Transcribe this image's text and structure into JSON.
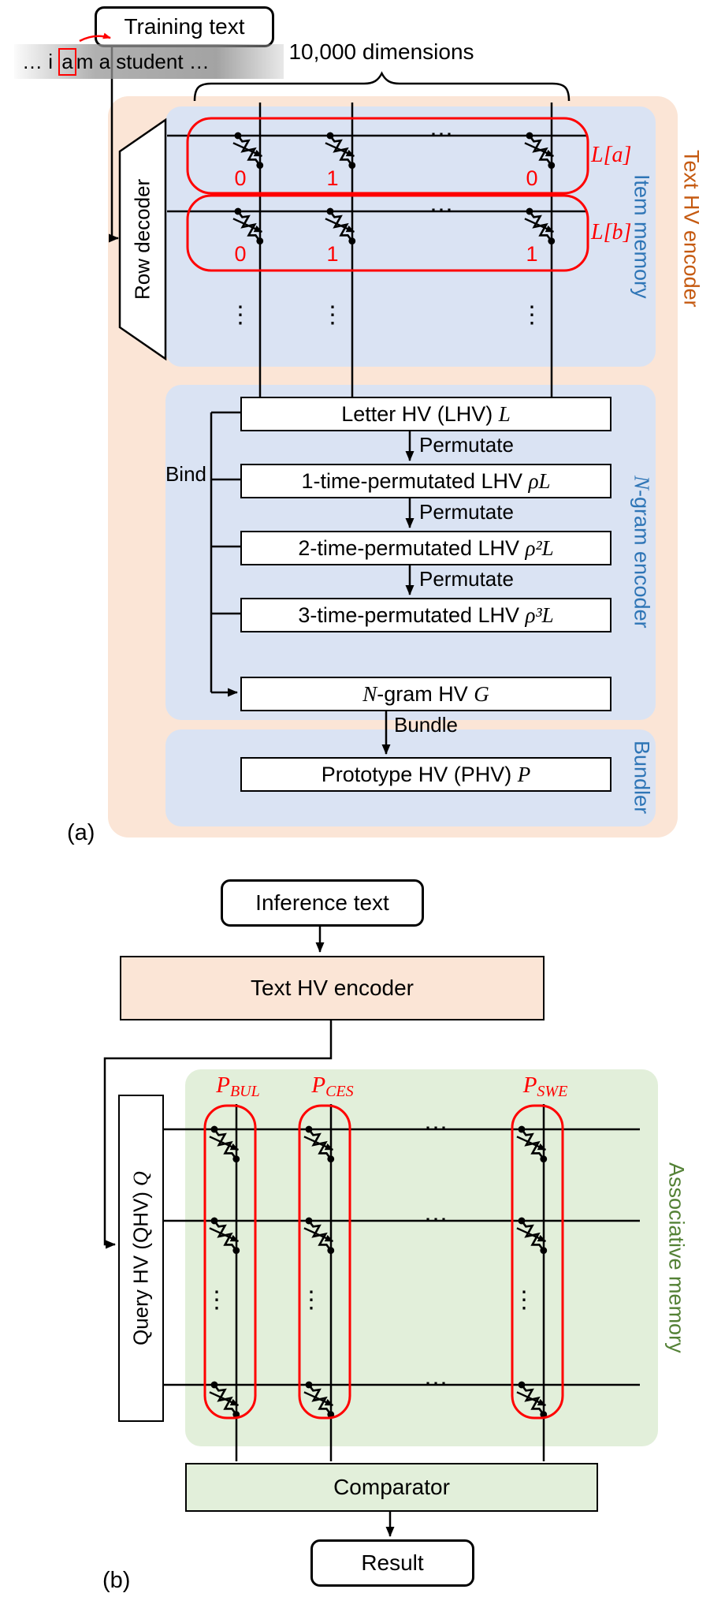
{
  "colors": {
    "peach_fill": "#fbe5d6",
    "blue_fill": "#dae3f3",
    "green_fill": "#e2efda",
    "red": "#ff0000",
    "orange_label": "#c55a11",
    "blue_label": "#2e75b6",
    "green_label": "#538135"
  },
  "glyphs": {
    "h_ellipsis": "⋯",
    "v_ellipsis": "⋮"
  },
  "panel_a": {
    "caption": "(a)",
    "training_text": "Training text",
    "sample": {
      "pre": "… i ",
      "boxed": "a",
      "post": "m a student …"
    },
    "dimensions": "10,000 dimensions",
    "encoder_label": "Text HV encoder",
    "item_memory": {
      "label": "Item memory",
      "row_decoder": "Row decoder",
      "rows": [
        {
          "label": "L[a]",
          "bits": [
            "0",
            "1",
            "0"
          ]
        },
        {
          "label": "L[b]",
          "bits": [
            "0",
            "1",
            "1"
          ]
        }
      ]
    },
    "ngram": {
      "label_i": "N",
      "label_rest": "-gram encoder",
      "boxes": [
        {
          "pre": "Letter HV (LHV) ",
          "math": "L"
        },
        {
          "pre": "1-time-permutated LHV ",
          "math": "ρL"
        },
        {
          "pre": "2-time-permutated LHV ",
          "math": "ρ²L"
        },
        {
          "pre": "3-time-permutated LHV ",
          "math": "ρ³L"
        }
      ],
      "permutate": "Permutate",
      "bind": "Bind",
      "output_box": {
        "i": "N",
        "mid": "-gram HV ",
        "math": "G"
      }
    },
    "bundler": {
      "label": "Bundler",
      "bundle": "Bundle",
      "prototype": {
        "pre": "Prototype HV (PHV) ",
        "math": "P"
      }
    }
  },
  "panel_b": {
    "caption": "(b)",
    "inference_text": "Inference text",
    "encoder_box": "Text HV encoder",
    "query_box": {
      "pre": "Query HV (QHV) ",
      "math": "Q"
    },
    "assoc_memory": {
      "label": "Associative memory",
      "columns": [
        {
          "base": "P",
          "sub": "BUL"
        },
        {
          "base": "P",
          "sub": "CES"
        },
        {
          "base": "P",
          "sub": "SWE"
        }
      ]
    },
    "comparator": "Comparator",
    "result": "Result"
  }
}
